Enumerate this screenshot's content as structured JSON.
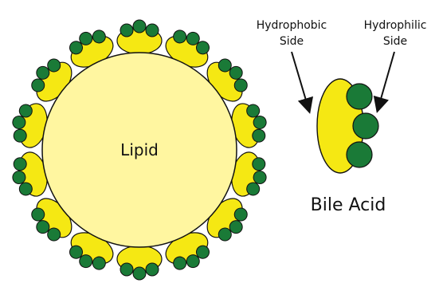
{
  "micelle": {
    "core_label": "Lipid"
  },
  "bile_acid": {
    "hydrophobic_line1": "Hydrophobic",
    "hydrophobic_line2": "Side",
    "hydrophilic_line1": "Hydrophilic",
    "hydrophilic_line2": "Side",
    "label": "Bile Acid"
  },
  "colors": {
    "lipid_fill": "#fff6a0",
    "bile_yellow": "#f5e813",
    "bile_green": "#1a7a37",
    "outline": "#111111"
  }
}
